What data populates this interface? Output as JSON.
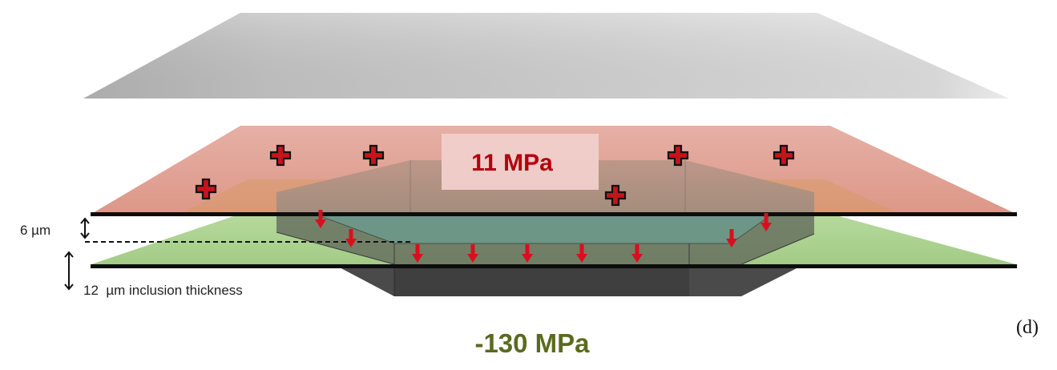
{
  "labels": {
    "tension_stress": "11 MPa",
    "compression_stress": "-130 MPa",
    "gap_dimension": "6 µm",
    "inclusion_thickness": "12  µm inclusion thickness",
    "panel_letter": "(d)"
  },
  "colors": {
    "tension": "#b3000f",
    "compression": "#5a6b1f",
    "arrow": "#d8101e",
    "upper_layer": "#dd9b8f",
    "lower_layer": "#a7d08a",
    "inclusion": "#5a5a5a",
    "top_plate": "#c4c4c4"
  },
  "icons": {
    "plus_marker": "plus-sign-icon",
    "stress_arrow": "down-arrow-icon",
    "dimension_arrow": "double-arrow-icon"
  }
}
